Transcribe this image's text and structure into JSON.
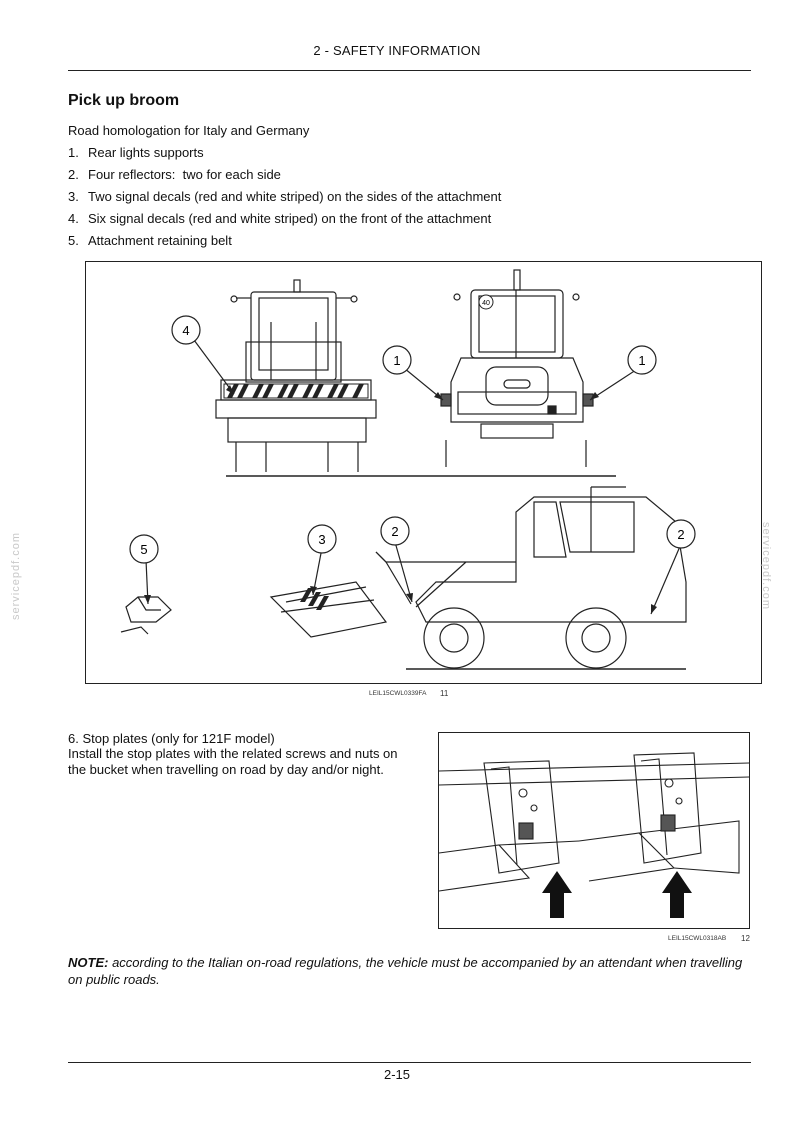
{
  "header": {
    "section_title": "2 - SAFETY INFORMATION"
  },
  "section": {
    "heading": "Pick up broom",
    "intro": "Road homologation for Italy and Germany",
    "items": [
      {
        "num": "1.",
        "text": "Rear lights supports"
      },
      {
        "num": "2.",
        "text": "Four reflectors:  two for each side"
      },
      {
        "num": "3.",
        "text": "Two signal decals (red and white striped) on the sides of the attachment"
      },
      {
        "num": "4.",
        "text": "Six signal decals (red and white striped) on the front of the attachment"
      },
      {
        "num": "5.",
        "text": "Attachment retaining belt"
      }
    ]
  },
  "figure1": {
    "code": "LEIL15CWL0339FA",
    "number": "11",
    "callouts": [
      "4",
      "1",
      "1",
      "5",
      "3",
      "2",
      "2"
    ],
    "cab_badge": "40"
  },
  "stop_plates": {
    "title": "6.  Stop plates (only for 121F model)",
    "body": "Install the stop plates with the related screws and nuts on the bucket when travelling on road by day and/or night."
  },
  "figure2": {
    "code": "LEIL15CWL0318AB",
    "number": "12"
  },
  "note": {
    "label": "NOTE:",
    "text": " according to the Italian on-road regulations, the vehicle must be accompanied by an attendant when travelling on public roads."
  },
  "watermark": {
    "text": "servicepdf.com"
  },
  "footer": {
    "page_number": "2-15"
  }
}
